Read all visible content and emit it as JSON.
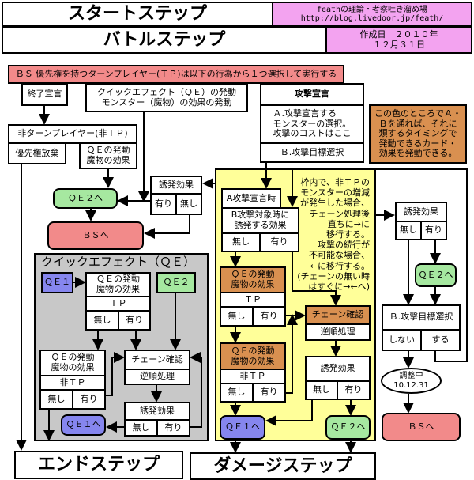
{
  "header": {
    "start_step": "スタートステップ",
    "battle_step": "バトルステップ",
    "blog_name": "feathの理論・考察吐き溜め場",
    "blog_url": "http://blog.livedoor.jp/feath/",
    "created": "作成日　２０１０年\n１２月３１日"
  },
  "banner": "ＢＳ 優先権を持つターンプレイヤー(ＴＰ)は以下の行為から１つ選択して実行する",
  "left": {
    "end_decl": "終了宣言",
    "qe_activate": "クイックエフェクト（ＱＥ）の発動\nモンスター（魔物）の効果の発動",
    "non_tp": "非ターンプレイヤー(非ＴＰ)",
    "pass": "優先権放棄",
    "qe_magic": "ＱＥの発動\n魔物の効果",
    "to_qe2": "ＱＥ２へ",
    "to_bs": "ＢＳへ",
    "trigger": "誘発効果",
    "yes": "有り",
    "no": "無し"
  },
  "attack": {
    "title": "攻撃宣言",
    "a": "Ａ.攻撃宣言する\nモンスターの選択。\n攻撃のコストはここ",
    "b": "Ｂ.攻撃目標選択"
  },
  "orange_note": "この色のところでＡ・\nＢを通れば、それに\n類するタイミングで\n発動できるカード・\n効果を発動できる。",
  "qe_area": {
    "title": "クイックエフェクト（ＱＥ）",
    "qe1": "ＱＥ１",
    "qe2": "ＱＥ２",
    "qe_magic": "ＱＥの発動\n魔物の効果",
    "tp": "ＴＰ",
    "non_tp": "非ＴＰ",
    "no": "無し",
    "yes": "有り",
    "chain": "チェーン確認",
    "reverse": "逆順処理",
    "trigger": "誘発効果",
    "to_qe1": "ＱＥ１へ"
  },
  "yellow": {
    "a_time": "A攻撃宣言時",
    "b_time": "B攻撃対象時に\n誘発する効果",
    "no": "無し",
    "yes": "有り",
    "qe_magic": "ＱＥの発動\n魔物の効果",
    "tp": "ＴＰ",
    "non_tp": "非ＴＰ",
    "chain": "チェーン確認",
    "reverse": "逆順処理",
    "trigger": "誘発効果",
    "to_qe1": "ＱＥ１へ",
    "to_qe2": "ＱＥ２へ",
    "note": "枠内で、非ＴＰの\nモンスターの増減\nが発生した場合、\nチェーン処理後\n直ちに→に\n移行する。\n攻撃の続行が\n不可能な場合、\n←に移行する。\n(チェーンの無い時\nはすぐに→←へ)"
  },
  "right": {
    "trigger": "誘発効果",
    "no": "無し",
    "yes": "有り",
    "to_qe2": "ＱＥ２へ",
    "b_select": "Ｂ.攻撃目標選択",
    "dont": "しない",
    "do": "する",
    "adjusting": "調整中\n10.12.31",
    "to_bs": "ＢＳへ"
  },
  "footer": {
    "end_step": "エンドステップ",
    "damage_step": "ダメージステップ"
  }
}
